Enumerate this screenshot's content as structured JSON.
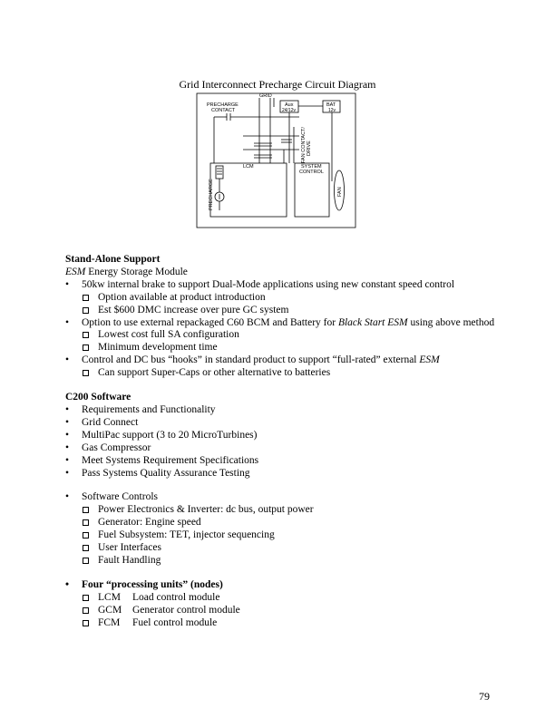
{
  "diagram": {
    "title": "Grid Interconnect Precharge Circuit Diagram",
    "labels": {
      "grid": "GRID",
      "precharge_contact": [
        "PRECHARGE",
        "CONTACT"
      ],
      "aux": [
        "Aux",
        "24/12v"
      ],
      "bat": [
        "BAT",
        "12v"
      ],
      "fan_contact_drive": [
        "FAN CONTACT/",
        "DRIVE"
      ],
      "lcm": "LCM",
      "system_control": [
        "SYSTEM",
        "CONTROL"
      ],
      "precharge": "PRECHARGE",
      "fan": "FAN"
    }
  },
  "section1": {
    "title": "Stand-Alone Support",
    "subtitle_em": "ESM",
    "subtitle_rest": " Energy Storage Module",
    "items": [
      {
        "level": 1,
        "text": "50kw internal brake to support Dual-Mode applications using new constant speed control"
      },
      {
        "level": 2,
        "text": "Option available at product introduction"
      },
      {
        "level": 2,
        "text": "Est $600 DMC increase over pure GC system"
      },
      {
        "level": 1,
        "text_a": "Option to use external repackaged C60 BCM and Battery for ",
        "text_em": "Black Start ESM",
        "text_b": " using above method"
      },
      {
        "level": 2,
        "text": "Lowest cost full SA configuration"
      },
      {
        "level": 2,
        "text": "Minimum development time"
      },
      {
        "level": 1,
        "text_a": "Control and DC bus “hooks” in standard product to support “full-rated” external ",
        "text_em": "ESM"
      },
      {
        "level": 2,
        "text": "Can support Super-Caps or other alternative to batteries"
      }
    ]
  },
  "section2": {
    "title": "C200 Software",
    "items": [
      "Requirements and Functionality",
      "Grid Connect",
      "MultiPac support (3 to 20 MicroTurbines)",
      "Gas Compressor",
      "Meet Systems Requirement Specifications",
      "Pass Systems Quality Assurance Testing"
    ]
  },
  "section3": {
    "title": "Software Controls",
    "items": [
      "Power Electronics & Inverter: dc bus, output power",
      "Generator: Engine speed",
      "Fuel Subsystem: TET, injector sequencing",
      "User Interfaces",
      "Fault Handling"
    ]
  },
  "section4": {
    "title": "Four “processing units” (nodes)",
    "items": [
      {
        "abbr": "LCM",
        "text": "Load control module"
      },
      {
        "abbr": "GCM",
        "text": "Generator control module"
      },
      {
        "abbr": "FCM",
        "text": "Fuel control module"
      }
    ]
  },
  "page_number": "79"
}
